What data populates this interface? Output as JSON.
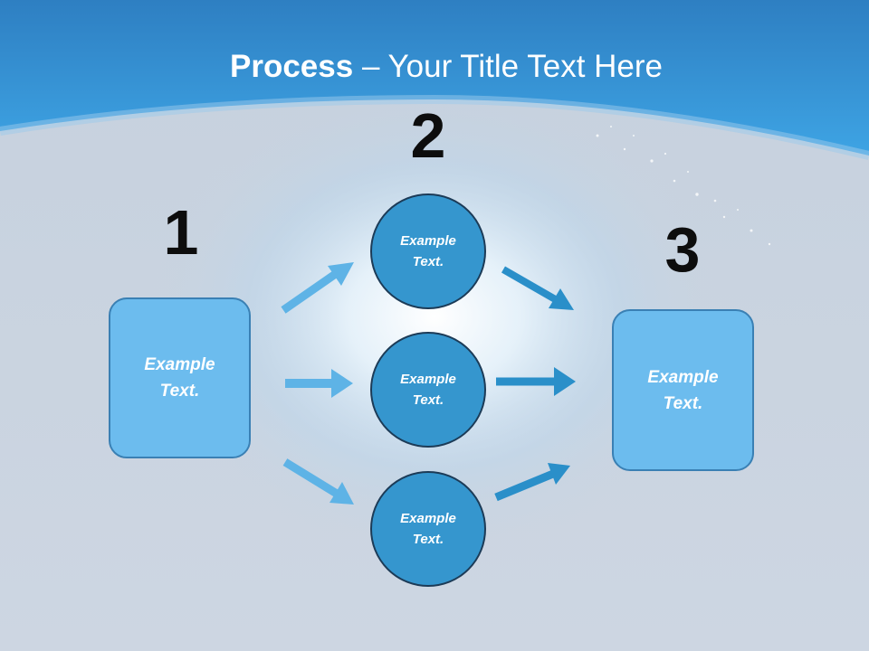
{
  "title": {
    "bold": "Process",
    "rest": " – Your Title Text Here"
  },
  "steps": [
    {
      "number": "1"
    },
    {
      "number": "2"
    },
    {
      "number": "3"
    }
  ],
  "left_box": {
    "line1": "Example",
    "line2": "Text."
  },
  "right_box": {
    "line1": "Example",
    "line2": "Text."
  },
  "circles": [
    {
      "line1": "Example",
      "line2": "Text."
    },
    {
      "line1": "Example",
      "line2": "Text."
    },
    {
      "line1": "Example",
      "line2": "Text."
    }
  ],
  "colors": {
    "header_blue": "#2f8fd6",
    "box_fill": "#6cbcee",
    "circle_fill": "#3596ce",
    "arrow_light": "#5eb3e6",
    "arrow_dark": "#2a8fc9"
  }
}
